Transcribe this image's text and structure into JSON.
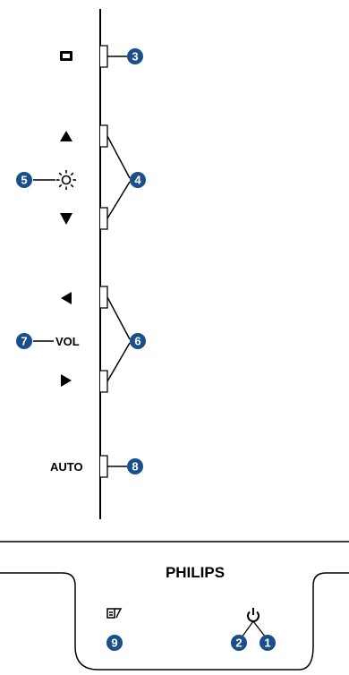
{
  "side_panel": {
    "labels": {
      "volume": "VOL",
      "auto": "AUTO"
    },
    "icons": {
      "menu": "menu-icon",
      "up": "triangle-up-icon",
      "brightness": "brightness-icon",
      "down": "triangle-down-icon",
      "left": "triangle-left-icon",
      "right": "triangle-right-icon"
    }
  },
  "front_panel": {
    "brand": "PHILIPS",
    "icons": {
      "smartimage": "smartimage-icon",
      "power": "power-icon"
    }
  },
  "callouts": [
    "1",
    "2",
    "3",
    "4",
    "5",
    "6",
    "7",
    "8",
    "9"
  ],
  "colors": {
    "callout": "#1a4f8c",
    "line": "#000000",
    "background": "#ffffff"
  }
}
